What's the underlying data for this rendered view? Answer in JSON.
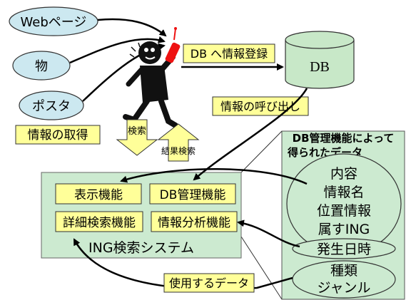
{
  "sources": {
    "web": "Webページ",
    "thing": "物",
    "poster": "ポスタ"
  },
  "flow_labels": {
    "register": "DB へ情報登録",
    "call_info": "情報の呼び出し",
    "get_info": "情報の取得",
    "search": "検索",
    "result": "結果検索",
    "use_data": "使用するデータ"
  },
  "db": {
    "label": "DB"
  },
  "system": {
    "title": "ING検索システム",
    "functions": {
      "display": "表示機能",
      "db_mgmt": "DB管理機能",
      "detail_search": "詳細検索機能",
      "analysis": "情報分析機能"
    }
  },
  "data_panel": {
    "title_line1": "DB管理機能によって",
    "title_line2": "得られたデータ",
    "items": [
      "内容",
      "情報名",
      "位置情報",
      "属すING",
      "発生日時",
      "種類",
      "ジャンル"
    ]
  },
  "colors": {
    "source_oval": "#cce8f0",
    "label_box": "#ffff99",
    "panel_green": "#ccead0",
    "db_green": "#c8e8c8",
    "arrow_yellow": "#ffff99"
  }
}
